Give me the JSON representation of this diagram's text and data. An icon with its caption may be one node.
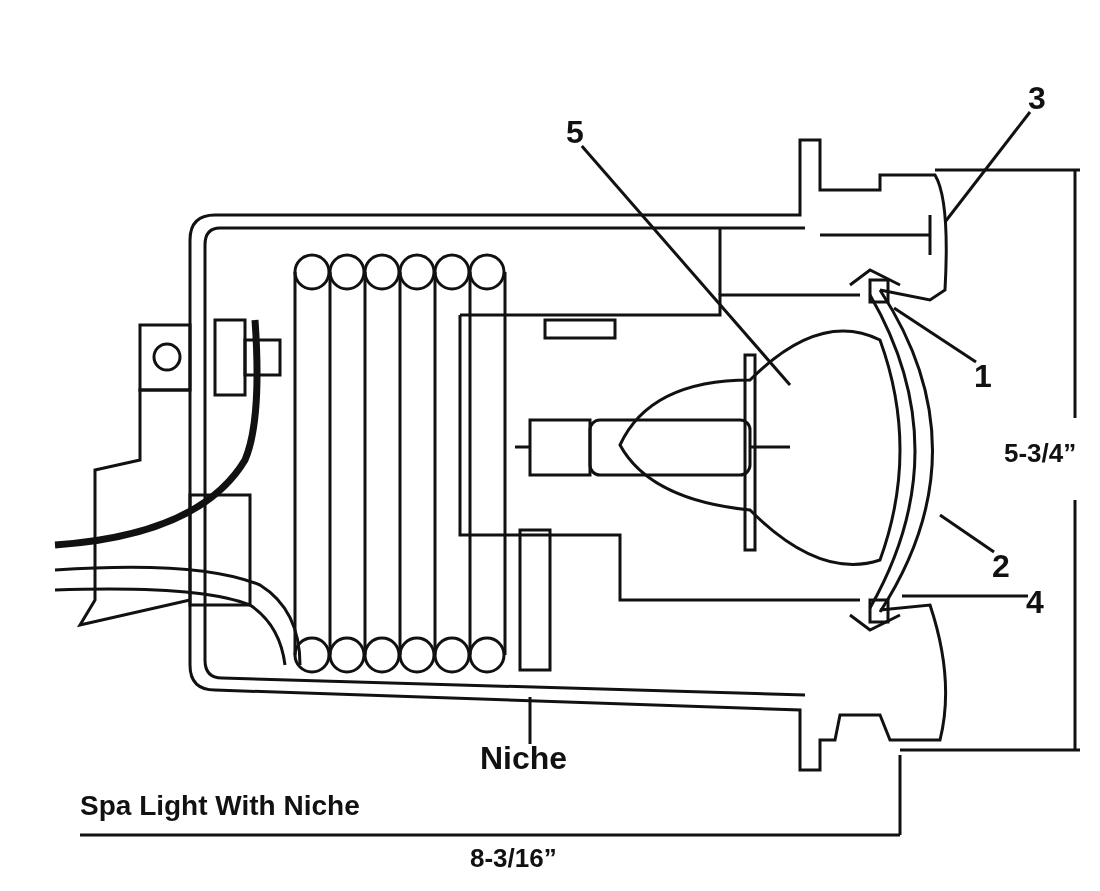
{
  "diagram": {
    "caption": "Spa Light With Niche",
    "nodes": [
      {
        "text": [
          "3"
        ]
      },
      {
        "text": [
          "5"
        ]
      },
      {
        "text": [
          "1"
        ]
      },
      {
        "text": [
          "2"
        ]
      },
      {
        "text": [
          "4"
        ]
      },
      {
        "text": [
          "Niche"
        ]
      }
    ],
    "edges": [
      {
        "from": 0,
        "to": null,
        "arrow": "none"
      },
      {
        "from": 1,
        "to": null,
        "arrow": "none"
      },
      {
        "from": 2,
        "to": null,
        "arrow": "none"
      },
      {
        "from": 3,
        "to": null,
        "arrow": "none"
      },
      {
        "from": 4,
        "to": null,
        "arrow": "none"
      },
      {
        "from": 5,
        "to": null,
        "arrow": "none"
      }
    ],
    "labels": [
      "5-3/4”",
      "8-3/16”"
    ]
  }
}
